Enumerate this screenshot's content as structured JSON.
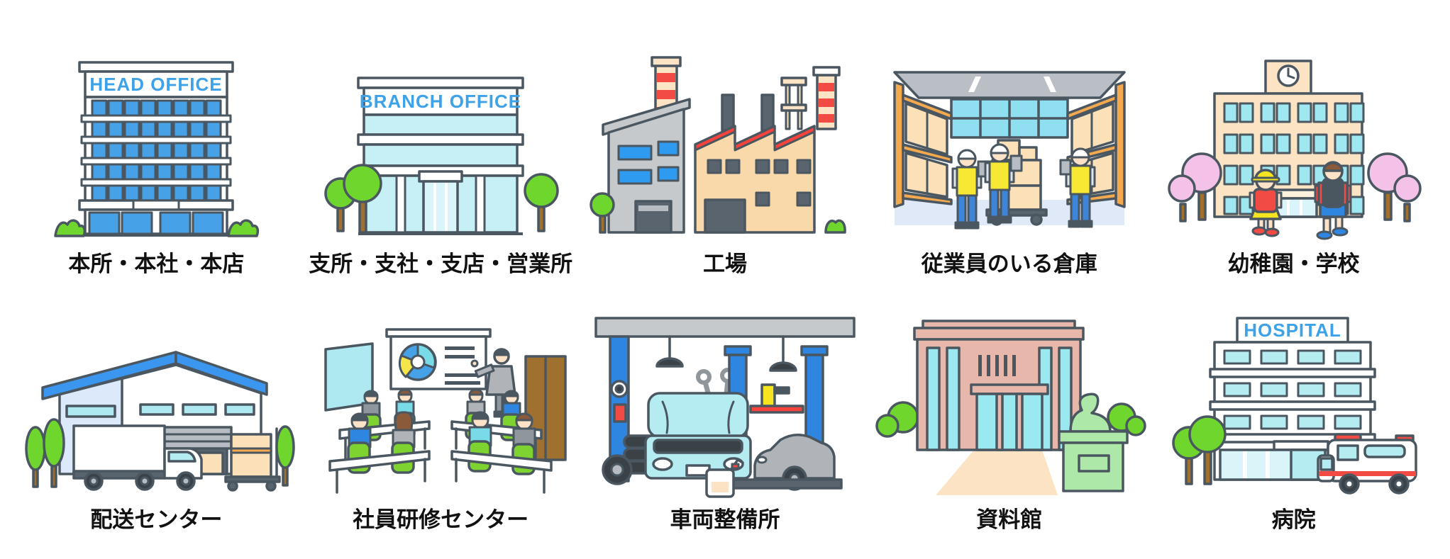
{
  "page": {
    "background": "#ffffff"
  },
  "palette": {
    "outline": "#4a5761",
    "sign_text_blue": "#3da2e8",
    "building_blue": "#47a1e6",
    "light_cyan": "#c7eff6",
    "window_cyan": "#aee9f2",
    "teal_window": "#8fdff0",
    "green": "#6fd62e",
    "chair_green": "#7ed330",
    "trunk_brown": "#a0702f",
    "light_gray": "#c5c9cc",
    "dark_gray": "#5a646e",
    "factory_peach": "#f9d9a9",
    "cream": "#fbe3c4",
    "box_beige": "#fbe0b8",
    "rack_orange": "#f5a94f",
    "red": "#f24b43",
    "yellow": "#f5e520",
    "vest_yellow": "#f7e833",
    "blossom_pink": "#f4c1e8",
    "museum_pink": "#e7b7ac",
    "statue_green": "#aee8a8",
    "jeans_blue": "#3c85d8",
    "roof_blue": "#3b96f0",
    "lift_blue": "#2e86e0",
    "skin": "#fde2c8",
    "label_color": "#111111"
  },
  "grid": {
    "rows": 2,
    "columns": 5,
    "items": [
      {
        "id": "head-office",
        "label": "本所・本社・本店",
        "sign_text": "HEAD OFFICE"
      },
      {
        "id": "branch-office",
        "label": "支所・支社・支店・営業所",
        "sign_text": "BRANCH OFFICE"
      },
      {
        "id": "factory",
        "label": "工場"
      },
      {
        "id": "staffed-warehouse",
        "label": "従業員のいる倉庫"
      },
      {
        "id": "kindergarten-school",
        "label": "幼稚園・学校"
      },
      {
        "id": "distribution-center",
        "label": "配送センター"
      },
      {
        "id": "training-center",
        "label": "社員研修センター"
      },
      {
        "id": "vehicle-maintenance",
        "label": "車両整備所"
      },
      {
        "id": "museum",
        "label": "資料館"
      },
      {
        "id": "hospital",
        "label": "病院",
        "sign_text": "HOSPITAL"
      }
    ]
  }
}
